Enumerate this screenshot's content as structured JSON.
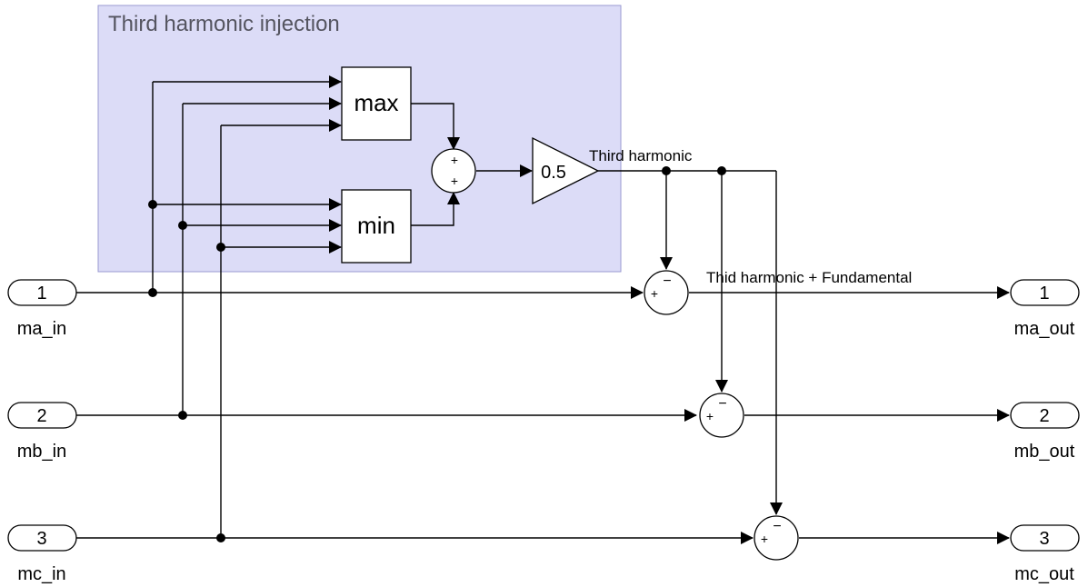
{
  "area": {
    "title": "Third harmonic injection",
    "fill": "#dcdcf7",
    "stroke": "#9a9ad0",
    "title_color": "#555560"
  },
  "blocks": {
    "max": "max",
    "min": "min",
    "gain": "0.5"
  },
  "sum_signs": {
    "add": [
      "+",
      "+"
    ],
    "sub_a": [
      "+",
      "−"
    ],
    "sub_b": [
      "+",
      "−"
    ],
    "sub_c": [
      "+",
      "−"
    ]
  },
  "signals": {
    "third_harmonic": "Third harmonic",
    "combined": "Thid harmonic + Fundamental"
  },
  "inports": [
    {
      "number": "1",
      "name": "ma_in"
    },
    {
      "number": "2",
      "name": "mb_in"
    },
    {
      "number": "3",
      "name": "mc_in"
    }
  ],
  "outports": [
    {
      "number": "1",
      "name": "ma_out"
    },
    {
      "number": "2",
      "name": "mb_out"
    },
    {
      "number": "3",
      "name": "mc_out"
    }
  ]
}
